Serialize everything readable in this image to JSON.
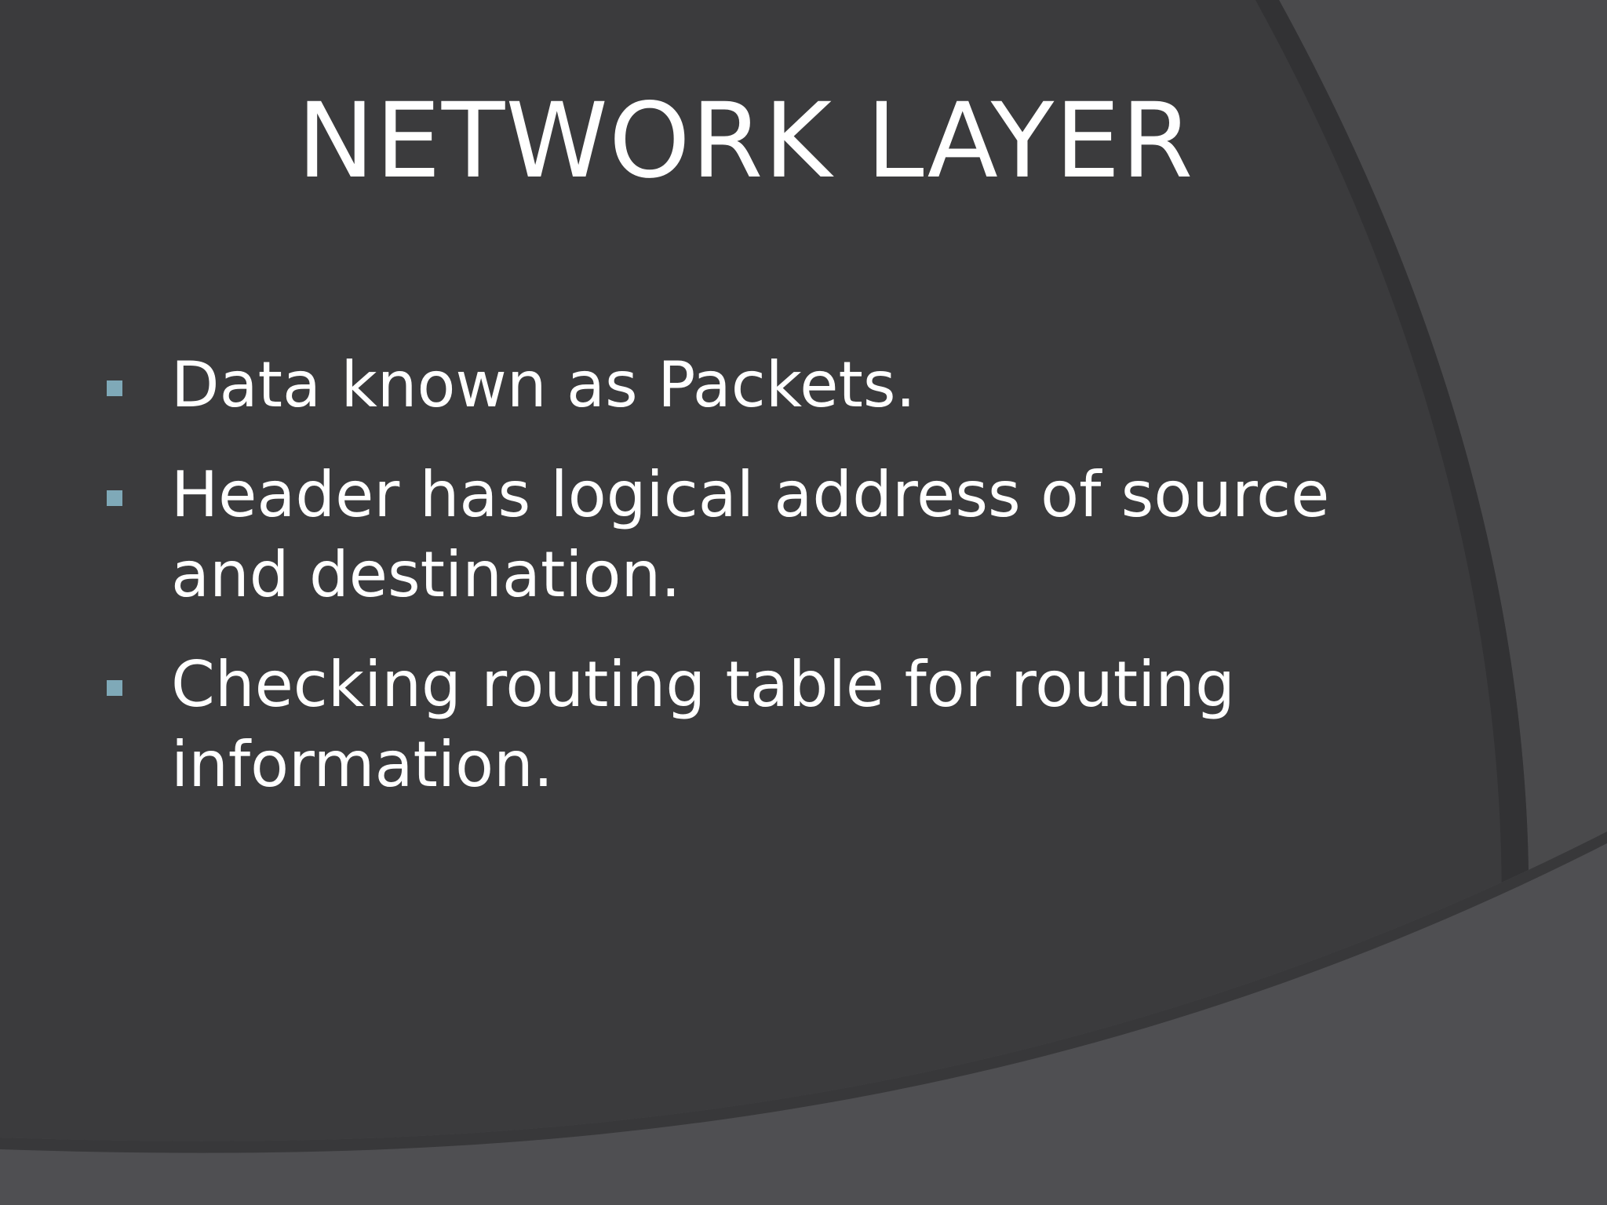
{
  "slide": {
    "title": "NETWORK LAYER",
    "bullets": [
      {
        "text": "Data known as Packets."
      },
      {
        "text": "Header has logical address of source and destination."
      },
      {
        "text": "Checking routing table for routing information."
      }
    ]
  },
  "colors": {
    "background": "#3b3b3d",
    "bullet_marker": "#7fa9b8",
    "text": "#ffffff"
  }
}
